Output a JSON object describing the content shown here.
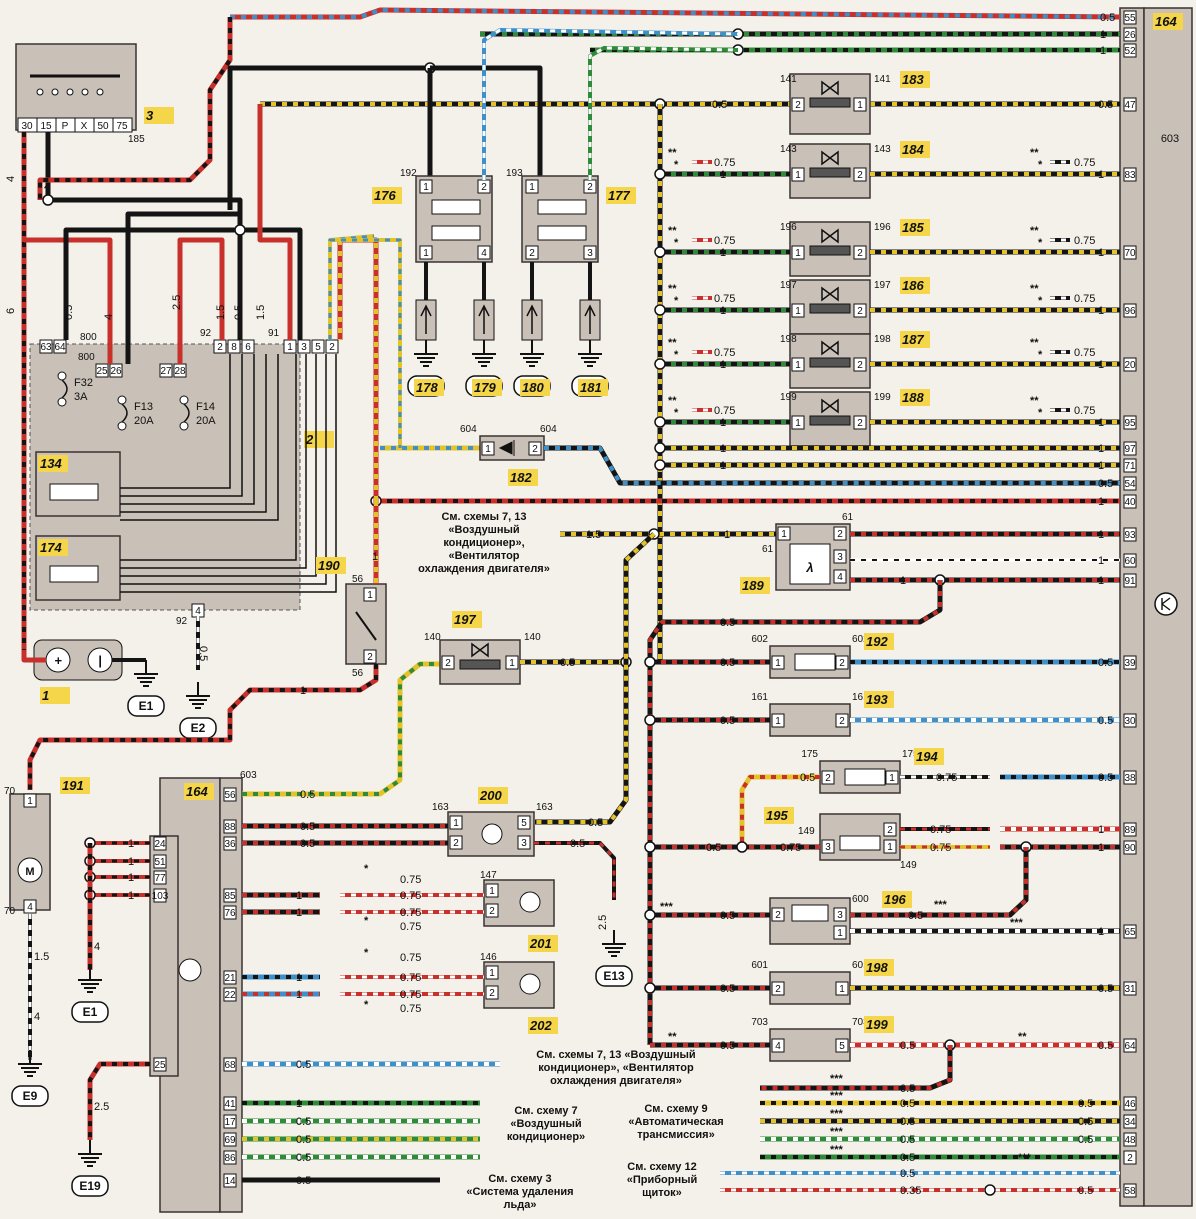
{
  "colors": {
    "paper": "#f4f1ea",
    "component_fill": "#c9c0b8",
    "component_stroke": "#3a3232",
    "tag_bg": "#f5d64a",
    "wire_black": "#141414",
    "wire_red": "#c8302b",
    "wire_blue": "#3f8fc8",
    "wire_green": "#2f8a3a",
    "wire_yellow": "#e3c22a",
    "wire_white": "#ffffff"
  },
  "components": [
    {
      "tag": "3",
      "label": "3"
    },
    {
      "tag": "2",
      "label": "2"
    },
    {
      "tag": "1",
      "label": "1"
    },
    {
      "tag": "134",
      "label": "134"
    },
    {
      "tag": "174",
      "label": "174"
    },
    {
      "tag": "176",
      "label": "176"
    },
    {
      "tag": "177",
      "label": "177"
    },
    {
      "tag": "178",
      "label": "178"
    },
    {
      "tag": "179",
      "label": "179"
    },
    {
      "tag": "180",
      "label": "180"
    },
    {
      "tag": "181",
      "label": "181"
    },
    {
      "tag": "182",
      "label": "182"
    },
    {
      "tag": "183",
      "label": "183"
    },
    {
      "tag": "184",
      "label": "184"
    },
    {
      "tag": "185",
      "label": "185"
    },
    {
      "tag": "186",
      "label": "186"
    },
    {
      "tag": "187",
      "label": "187"
    },
    {
      "tag": "188",
      "label": "188"
    },
    {
      "tag": "189",
      "label": "189"
    },
    {
      "tag": "190",
      "label": "190"
    },
    {
      "tag": "191",
      "label": "191"
    },
    {
      "tag": "192",
      "label": "192"
    },
    {
      "tag": "193",
      "label": "193"
    },
    {
      "tag": "194",
      "label": "194"
    },
    {
      "tag": "195",
      "label": "195"
    },
    {
      "tag": "196",
      "label": "196"
    },
    {
      "tag": "197",
      "label": "197"
    },
    {
      "tag": "198",
      "label": "198"
    },
    {
      "tag": "199",
      "label": "199"
    },
    {
      "tag": "200",
      "label": "200"
    },
    {
      "tag": "201",
      "label": "201"
    },
    {
      "tag": "202",
      "label": "202"
    },
    {
      "tag": "164",
      "label": "164"
    }
  ],
  "grounds": [
    "E1",
    "E2",
    "E13",
    "E1",
    "E9",
    "E19"
  ],
  "fuses": [
    {
      "name": "F32",
      "rating": "3A"
    },
    {
      "name": "F13",
      "rating": "20A"
    },
    {
      "name": "F14",
      "rating": "20A"
    }
  ],
  "ignition_switch_pins": [
    "30",
    "15",
    "P",
    "X",
    "50",
    "75"
  ],
  "ignition_switch_number": "185",
  "ecu_pin_header": "603",
  "ecu_right_pins": [
    "55",
    "26",
    "52",
    "47",
    "83",
    "70",
    "96",
    "20",
    "95",
    "97",
    "71",
    "54",
    "40",
    "93",
    "60",
    "91",
    "39",
    "30",
    "38",
    "89",
    "90",
    "65",
    "31",
    "64",
    "46",
    "34",
    "48",
    "2",
    "58"
  ],
  "ecu_left_pins": [
    "56",
    "88",
    "36",
    "85",
    "76",
    "21",
    "22",
    "68",
    "41",
    "17",
    "69",
    "86",
    "14"
  ],
  "ecu_left_extra_pins": [
    "24",
    "51",
    "77",
    "103",
    "25"
  ],
  "notes": [
    {
      "id": "ac_fan_top",
      "lines": [
        "См. схемы 7, 13",
        "«Воздушный",
        "кондиционер»,",
        "«Вентилятор",
        "охлаждения двигателя»"
      ]
    },
    {
      "id": "ac_fan_bottom",
      "lines": [
        "См. схемы 7, 13 «Воздушный",
        "кондиционер», «Вентилятор",
        "охлаждения двигателя»"
      ]
    },
    {
      "id": "ac",
      "lines": [
        "См. схему 7",
        "«Воздушный",
        "кондиционер»"
      ]
    },
    {
      "id": "auto_trans",
      "lines": [
        "См. схему 9",
        "«Автоматическая",
        "трансмиссия»"
      ]
    },
    {
      "id": "ice",
      "lines": [
        "См. схему 3",
        "«Система удаления",
        "льда»"
      ]
    },
    {
      "id": "dash",
      "lines": [
        "См. схему 12",
        "«Приборный",
        "щиток»"
      ]
    }
  ]
}
